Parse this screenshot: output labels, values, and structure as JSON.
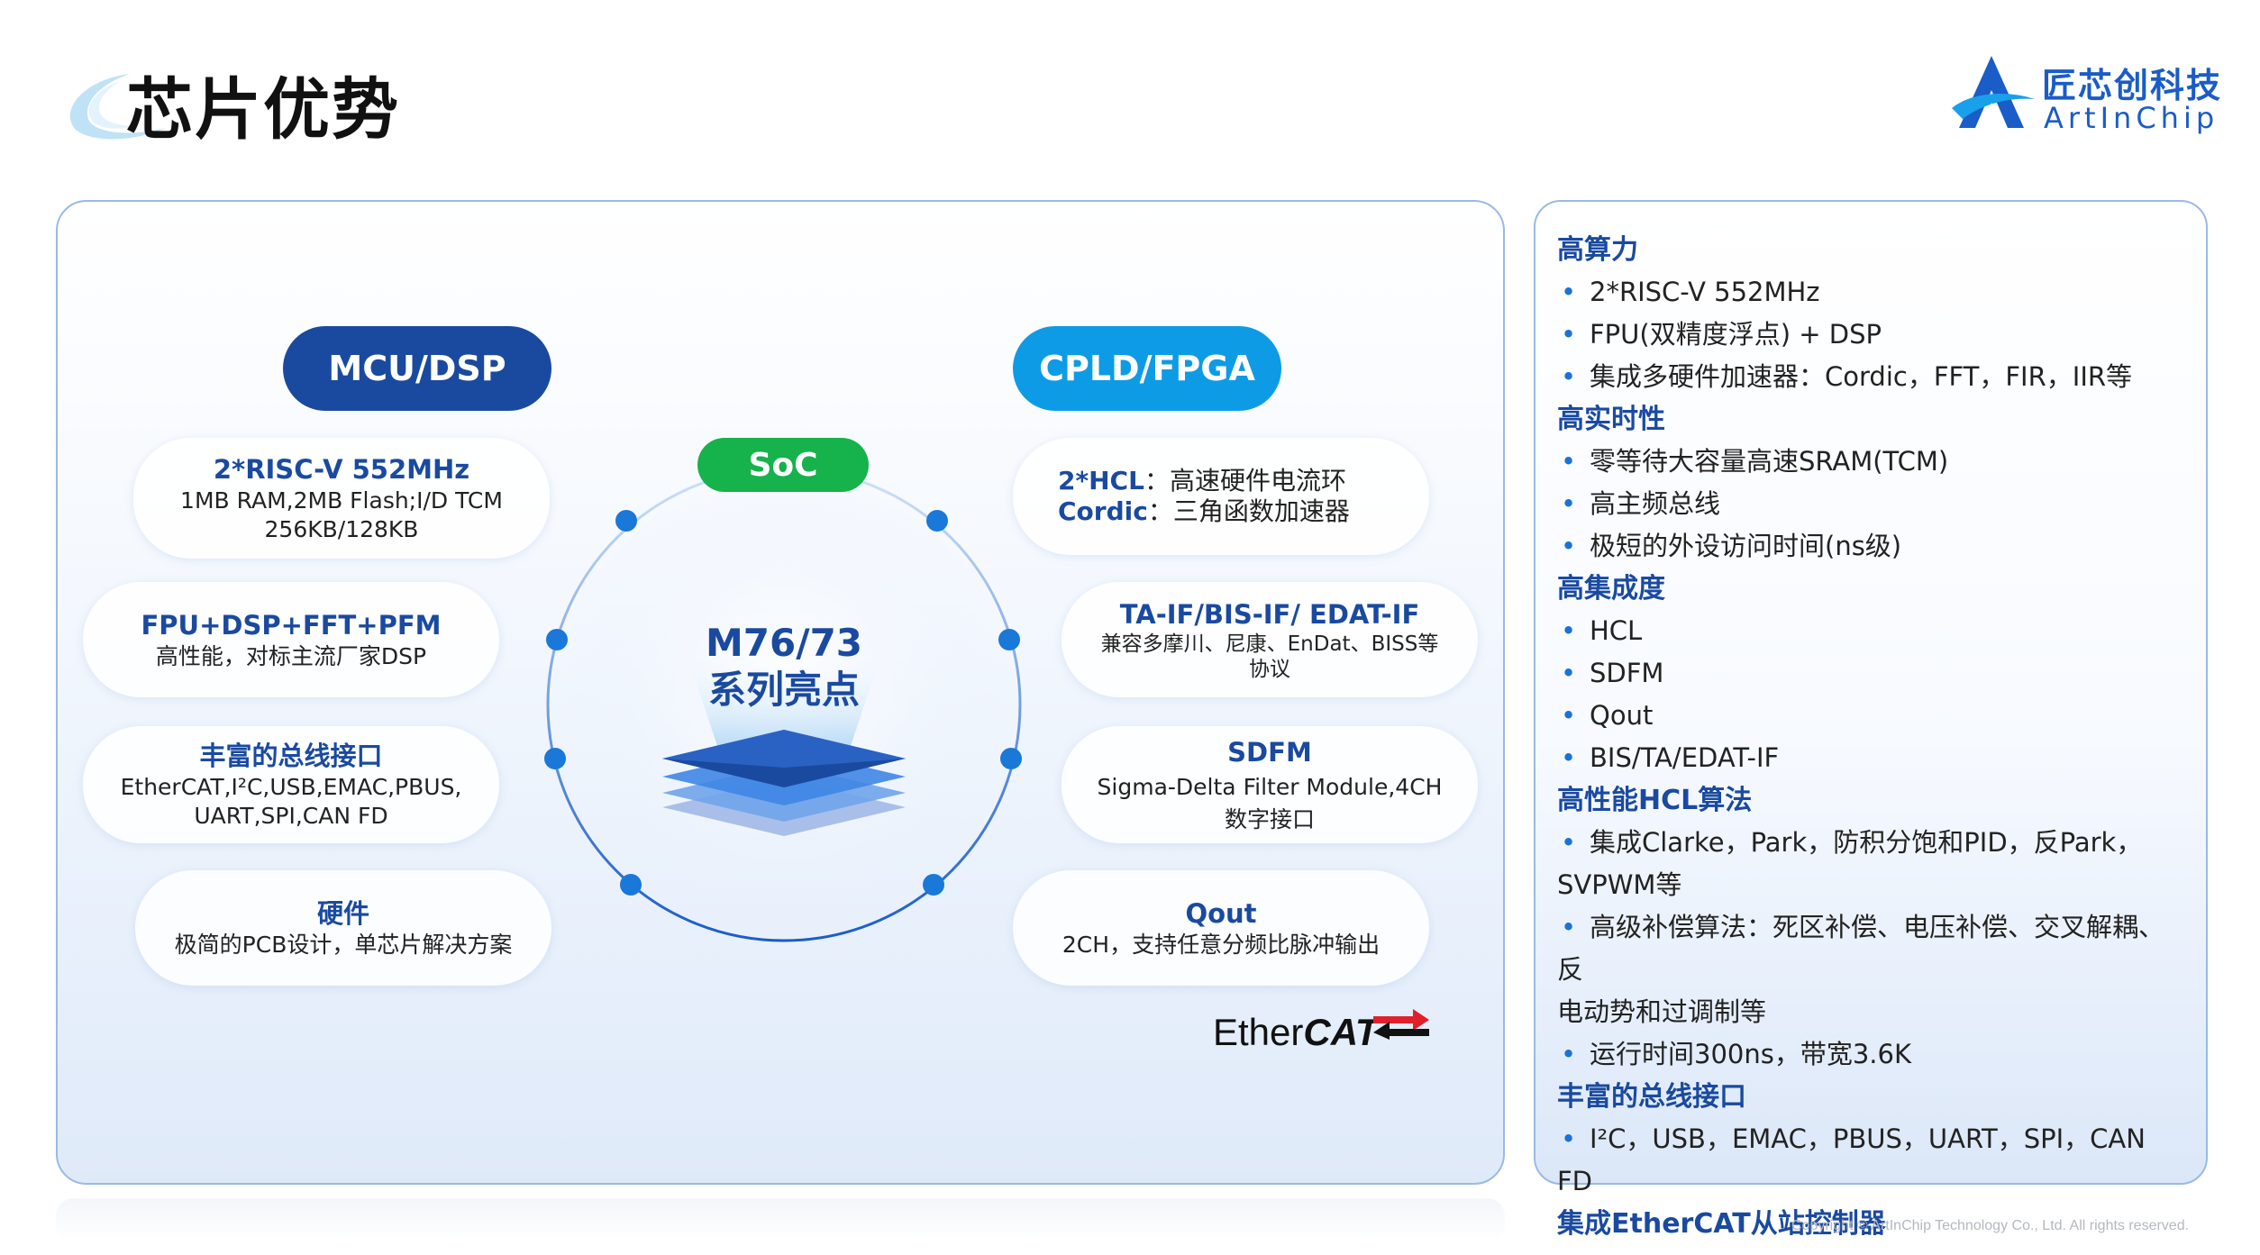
{
  "header": {
    "title": "芯片优势",
    "logo_cn": "匠芯创科技",
    "logo_en": "ArtInChip"
  },
  "left": {
    "mcu_label": "MCU/DSP",
    "cpld_label": "CPLD/FPGA",
    "soc_label": "SoC",
    "center_line1": "M76/73",
    "center_line2": "系列亮点",
    "cards_left": [
      {
        "title": "2*RISC-V 552MHz",
        "lines": [
          "1MB RAM,2MB Flash;I/D TCM",
          "256KB/128KB"
        ]
      },
      {
        "title": "FPU+DSP+FFT+PFM",
        "lines": [
          "高性能，对标主流厂家DSP"
        ]
      },
      {
        "title": "丰富的总线接口",
        "lines": [
          "EtherCAT,I²C,USB,EMAC,PBUS,",
          "UART,SPI,CAN FD"
        ]
      },
      {
        "title": "硬件",
        "lines": [
          "极简的PCB设计，单芯片解决方案"
        ]
      }
    ],
    "card_hcl": {
      "k1": "2*HCL",
      "v1": "：高速硬件电流环",
      "k2": "Cordic",
      "v2": "：三角函数加速器"
    },
    "cards_right": [
      {
        "title": "TA-IF/BIS-IF/ EDAT-IF",
        "lines": [
          "兼容多摩川、尼康、EnDat、BISS等",
          "协议"
        ]
      },
      {
        "title": "SDFM",
        "lines": [
          "Sigma-Delta Filter Module,4CH",
          "数字接口"
        ]
      },
      {
        "title": "Qout",
        "lines": [
          "2CH，支持任意分频比脉冲输出"
        ]
      }
    ],
    "ethercat_logo": {
      "light": "Ether",
      "bold": "CAT"
    }
  },
  "right": {
    "h1": "高算力",
    "h1_items": [
      "2*RISC-V 552MHz",
      "FPU(双精度浮点) + DSP",
      "集成多硬件加速器：Cordic，FFT，FIR，IIR等"
    ],
    "h2": "高实时性",
    "h2_items": [
      "零等待大容量高速SRAM(TCM)",
      "高主频总线",
      "极短的外设访问时间(ns级)"
    ],
    "h3": "高集成度",
    "h3_items": [
      "HCL",
      "SDFM",
      "Qout",
      "BIS/TA/EDAT-IF"
    ],
    "h4": "高性能HCL算法",
    "h4_items": [
      "集成Clarke，Park，防积分饱和PID，反Park，",
      "SVPWM等",
      "高级补偿算法：死区补偿、电压补偿、交叉解耦、反",
      "电动势和过调制等",
      "运行时间300ns，带宽3.6K"
    ],
    "h5": "丰富的总线接口",
    "h5_items": [
      "I²C，USB，EMAC，PBUS，UART，SPI，CAN FD"
    ],
    "h6": "集成EtherCAT从站控制器"
  },
  "footer": {
    "copyright": "Copyright © ArtInChip Technology Co., Ltd. All rights reserved."
  },
  "colors": {
    "navy": "#1a4aa0",
    "cyan": "#0e9be6",
    "green": "#16b24b",
    "bullet": "#1a72d6"
  }
}
